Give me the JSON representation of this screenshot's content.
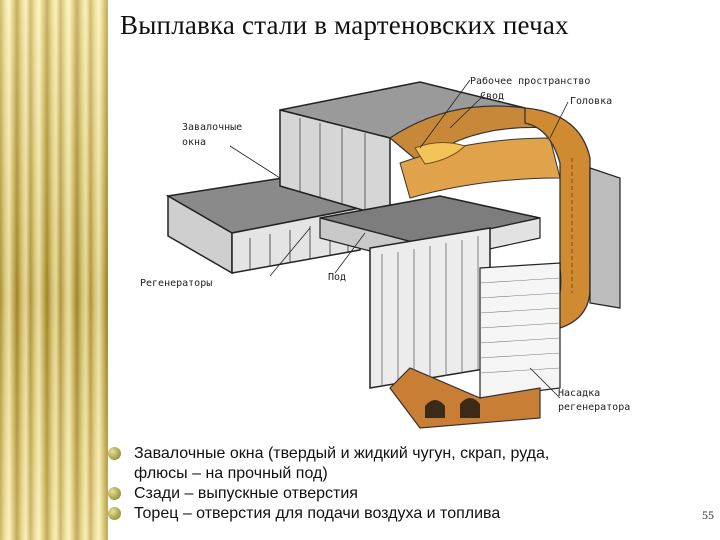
{
  "slide": {
    "title": "Выплавка стали в мартеновских печах",
    "page_number": "55"
  },
  "diagram": {
    "labels": {
      "working_space": "Рабочее пространство",
      "roof": "Свод",
      "heads": "Головка",
      "charging_windows_1": "Завалочные",
      "charging_windows_2": "окна",
      "regenerators": "Регенераторы",
      "hearth": "Под",
      "checker_1": "Насадка",
      "checker_2": "регенератора"
    }
  },
  "bullets": [
    {
      "text": "Завалочные окна (твердый и жидкий чугун, скрап, руда,",
      "cont": "флюсы – на прочный под)"
    },
    {
      "text": "Сзади – выпускные отверстия"
    },
    {
      "text": "Торец – отверстия для подачи воздуха и топлива"
    }
  ],
  "colors": {
    "accent_gold": "#c9b25a",
    "bullet": "#a8a24a",
    "flame": "#d9912e"
  }
}
